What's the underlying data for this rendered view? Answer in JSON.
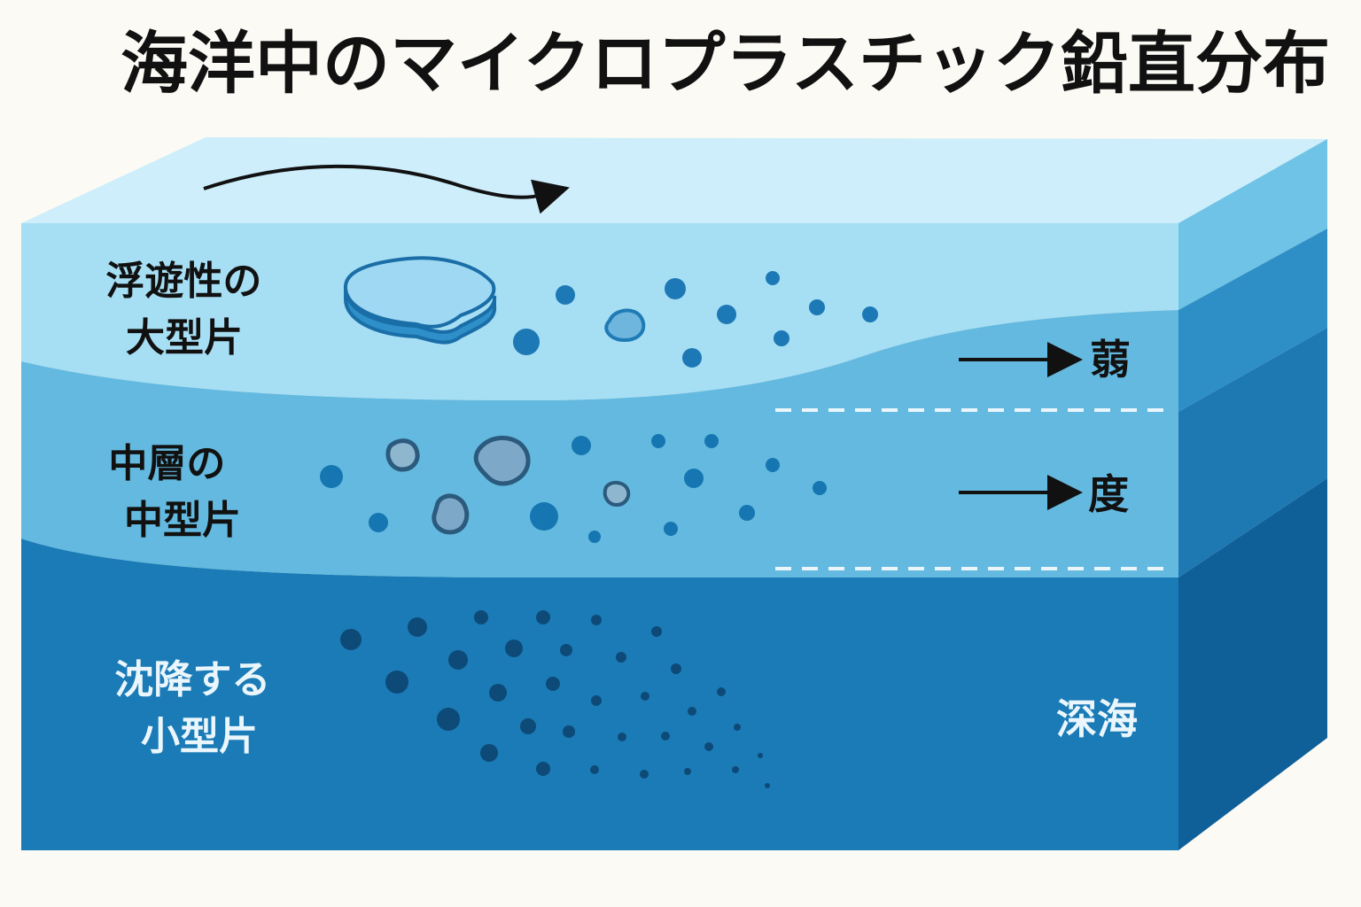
{
  "title": "海洋中のマイクロプラスチック鉛直分布",
  "layers": {
    "surface": {
      "label_lines": [
        "浮遊性の",
        "大型片"
      ]
    },
    "middle": {
      "label_lines": [
        "中層の",
        "中型片"
      ]
    },
    "deep": {
      "label_lines": [
        "沈降する",
        "小型片"
      ]
    }
  },
  "depth_labels": {
    "upper": "蒻",
    "lower": "度",
    "deep": "深海"
  },
  "colors": {
    "background": "#fbfaf4",
    "surface_top": "#cdeefa",
    "surface_water": "#a6def3",
    "middle_water": "#63b9df",
    "deep_water": "#1a7bb6",
    "side_surface": "#6fc3e6",
    "side_middle": "#2e8fc6",
    "side_deep": "#0f5f98",
    "particle_light": "#1d79b5",
    "particle_mid": "#1676b1",
    "particle_dark": "#0e4a78",
    "arrow": "#111111",
    "label_dark": "#111111",
    "label_light": "#eaf6fc"
  },
  "icons": {
    "current_arrow": "curved-arrow-icon",
    "depth_arrow": "right-arrow-icon"
  }
}
